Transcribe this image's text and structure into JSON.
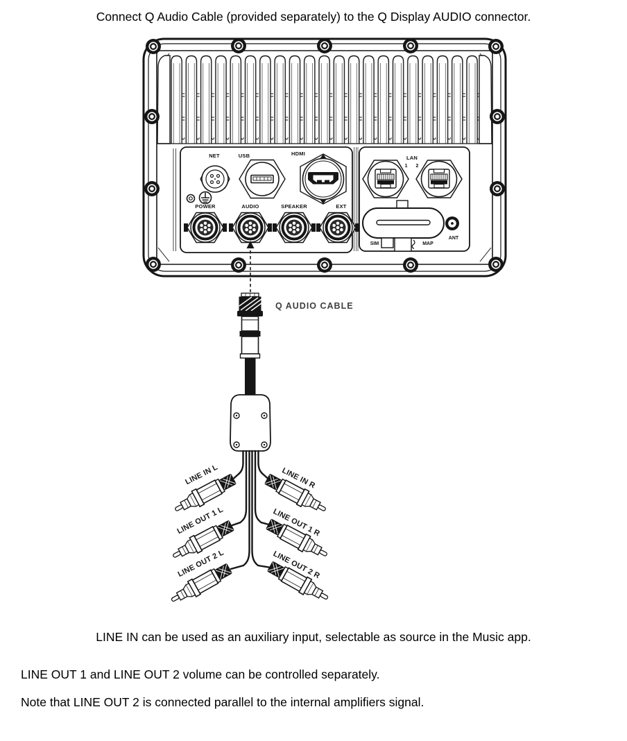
{
  "page": {
    "title": "Connect Q Audio Cable (provided separately) to the Q Display AUDIO connector.",
    "notes": {
      "line_in": "LINE IN can be used as an auxiliary input, selectable as source in the Music app.",
      "line_out_volume": "LINE OUT 1 and LINE OUT 2 volume can be controlled separately.",
      "line_out_parallel": "Note that LINE OUT 2 is connected parallel to the internal amplifiers signal."
    }
  },
  "diagram": {
    "cable_label": "Q AUDIO CABLE",
    "ports": {
      "net": "NET",
      "usb": "USB",
      "hdmi": "HDMI",
      "lan": "LAN",
      "lan_numbers": "1 2",
      "power": "POWER",
      "audio": "AUDIO",
      "speaker": "SPEAKER",
      "ext": "EXT",
      "sim": "SIM",
      "map": "MAP",
      "ant": "ANT"
    },
    "rca": {
      "line_in_l": "LINE IN L",
      "line_in_r": "LINE IN R",
      "line_out_1_l": "LINE OUT 1 L",
      "line_out_1_r": "LINE OUT 1 R",
      "line_out_2_l": "LINE OUT 2 L",
      "line_out_2_r": "LINE OUT 2 R"
    },
    "colors": {
      "ink": "#161616",
      "cable_label_text": "#3f3f3f",
      "background": "#ffffff"
    }
  }
}
